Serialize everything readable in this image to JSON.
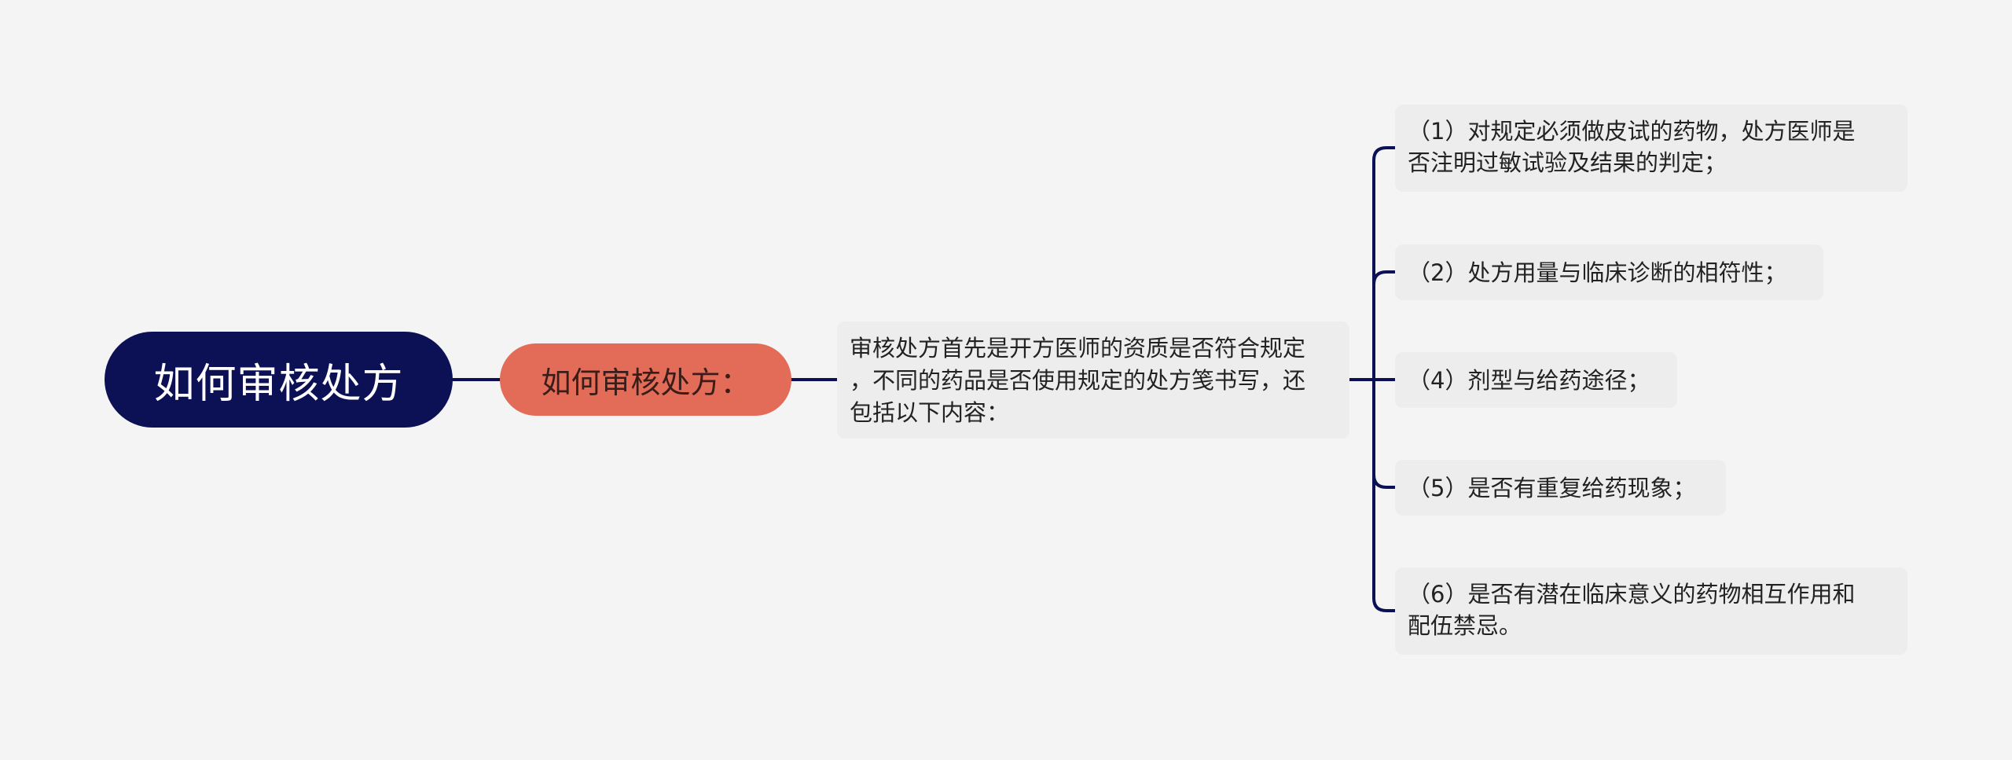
{
  "colors": {
    "background": "#f4f4f4",
    "root_fill": "#0c1156",
    "root_text": "#ffffff",
    "level1_fill": "#e36c58",
    "node_fill": "#ededed",
    "connector": "#0c1156"
  },
  "mindmap": {
    "root": "如何审核处方",
    "level1": "如何审核处方：",
    "level2_lines": [
      "审核处方首先是开方医师的资质是否符合规定",
      "，不同的药品是否使用规定的处方笺书写，还",
      "包括以下内容："
    ],
    "leaves": [
      {
        "lines": [
          "（1）对规定必须做皮试的药物，处方医师是",
          "否注明过敏试验及结果的判定；"
        ]
      },
      {
        "lines": [
          "（2）处方用量与临床诊断的相符性；"
        ]
      },
      {
        "lines": [
          "（4）剂型与给药途径；"
        ]
      },
      {
        "lines": [
          "（5）是否有重复给药现象；"
        ]
      },
      {
        "lines": [
          "（6）是否有潜在临床意义的药物相互作用和",
          "配伍禁忌。"
        ]
      }
    ]
  }
}
